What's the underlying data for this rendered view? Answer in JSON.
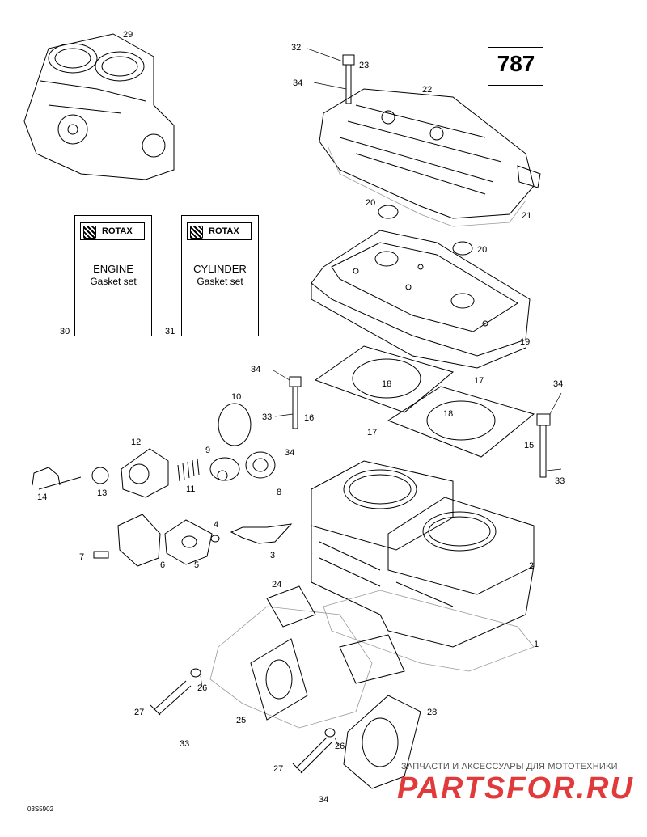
{
  "diagram": {
    "model_number": "787",
    "books": [
      {
        "brand": "ROTAX",
        "line1": "ENGINE",
        "line2": "Gasket set",
        "ref": "30"
      },
      {
        "brand": "ROTAX",
        "line1": "CYLINDER",
        "line2": "Gasket set",
        "ref": "31"
      }
    ],
    "callouts": [
      "29",
      "32",
      "23",
      "34",
      "22",
      "20",
      "21",
      "20",
      "19",
      "34",
      "10",
      "16",
      "33",
      "12",
      "9",
      "34",
      "11",
      "8",
      "14",
      "13",
      "18",
      "17",
      "18",
      "17",
      "34",
      "15",
      "33",
      "4",
      "7",
      "6",
      "5",
      "3",
      "2",
      "24",
      "1",
      "26",
      "27",
      "25",
      "33",
      "28",
      "26",
      "27",
      "34"
    ],
    "drawing_code": "03S5902"
  },
  "watermark": {
    "caption": "ЗАПЧАСТИ И АКСЕССУАРЫ ДЛЯ МОТОТЕХНИКИ",
    "brand": "PARTSFOR.RU"
  },
  "colors": {
    "line": "#000000",
    "watermark": "#e03a3a",
    "background": "#ffffff"
  }
}
